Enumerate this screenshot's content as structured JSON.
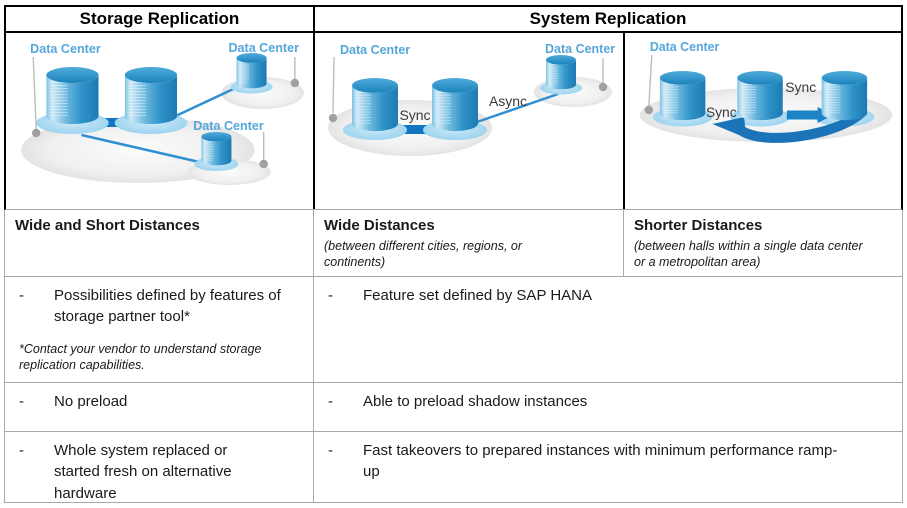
{
  "header": {
    "storage": "Storage Replication",
    "system": "System Replication"
  },
  "diagrams": {
    "storage": {
      "dc1": "Data Center",
      "dc2": "Data Center",
      "dc3": "Data Center"
    },
    "system_wide": {
      "dc1": "Data Center",
      "dc2": "Data Center",
      "sync": "Sync",
      "async": "Async"
    },
    "system_short": {
      "dc1": "Data Center",
      "sync1": "Sync",
      "sync2": "Sync"
    }
  },
  "distances": {
    "col1": {
      "title": "Wide and Short Distances",
      "subtitle": ""
    },
    "col2": {
      "title": "Wide Distances",
      "subtitle": "(between different cities, regions, or continents)"
    },
    "col3": {
      "title": "Shorter Distances",
      "subtitle": "(between halls within a single data center or a metropolitan area)"
    }
  },
  "bullet_char": "-",
  "features": {
    "row1": {
      "left_text": "Possibilities defined by features of storage partner tool*",
      "left_footnote": "*Contact your vendor to understand storage replication capabilities.",
      "right_text": "Feature set defined by SAP HANA"
    },
    "row2": {
      "left_text": "No preload",
      "right_text": "Able to preload shadow instances"
    },
    "row3": {
      "left_text": "Whole system replaced or started fresh on alternative hardware",
      "right_text": "Fast takeovers to prepared instances with minimum performance ramp-up"
    }
  },
  "colors": {
    "label_blue": "#55a7da",
    "cylinder_blue": "#2f92c8",
    "pad_blue": "#9fd5f0",
    "connector_blue": "#1277c0",
    "arrow_blue": "#1b74b8",
    "border_dark": "#000000",
    "border_light": "#a9a9a9"
  }
}
